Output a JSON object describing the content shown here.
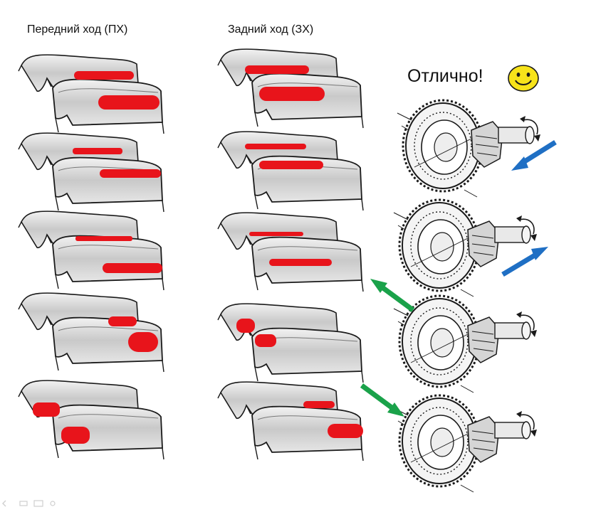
{
  "headings": {
    "forward": "Передний ход (ПХ)",
    "reverse": "Задний ход (ЗХ)"
  },
  "verdict": {
    "text": "Отлично!",
    "icon": "smiley-face-icon"
  },
  "colors": {
    "contact_patch": "#e8141b",
    "tooth_fill": "#d9d9d9",
    "outline": "#1a1a1a",
    "smiley": "#f7e31a",
    "arrow_blue": "#1f6fc4",
    "arrow_green": "#1aa24a"
  }
}
